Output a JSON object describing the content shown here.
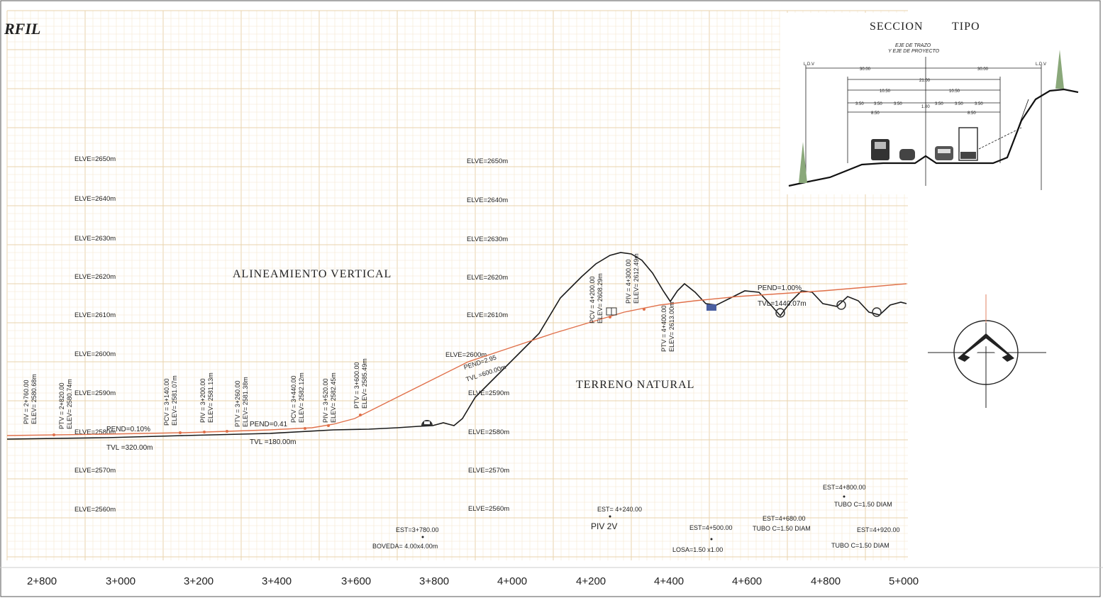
{
  "frame_title": "RFIL",
  "labels": {
    "alineamiento": "ALINEAMIENTO VERTICAL",
    "terreno": "TERRENO NATURAL",
    "seccion": "SECCION",
    "tipo": "TIPO",
    "eje1": "EJE DE TRAZO",
    "eje2": "Y EJE DE PROYECTO",
    "ldv_left": "L.D.V",
    "ldv_right": "L.D.V"
  },
  "elevations_left": [
    "ELVE=2650m",
    "ELVE=2640m",
    "ELVE=2630m",
    "ELVE=2620m",
    "ELVE=2610m",
    "ELVE=2600m",
    "ELVE=2590m",
    "ELVE=2580m",
    "ELVE=2570m",
    "ELVE=2560m"
  ],
  "elevations_mid": [
    "ELVE=2650m",
    "ELVE=2640m",
    "ELVE=2630m",
    "ELVE=2620m",
    "ELVE=2610m",
    "ELVE=2600m",
    "ELVE=2590m",
    "ELVE=2580m",
    "ELVE=2570m",
    "ELVE=2560m"
  ],
  "stations": [
    "2+800",
    "3+000",
    "3+200",
    "3+400",
    "3+600",
    "3+800",
    "4+000",
    "4+200",
    "4+400",
    "4+600",
    "4+800",
    "5+000"
  ],
  "vertical_points": [
    {
      "l1": "PIV = 2+760.00",
      "l2": "ELEV= 2580.68m"
    },
    {
      "l1": "PTV = 2+820.00",
      "l2": "ELEV= 2580.74m"
    },
    {
      "l1": "PCV = 3+140.00",
      "l2": "ELEV= 2581.07m"
    },
    {
      "l1": "PIV = 3+200.00",
      "l2": "ELEV= 2581.13m"
    },
    {
      "l1": "PTV = 3+260.00",
      "l2": "ELEV= 2581.38m"
    },
    {
      "l1": "PCV = 3+440.00",
      "l2": "ELEV= 2582.12m"
    },
    {
      "l1": "PIV = 3+520.00",
      "l2": "ELEV= 2582.45m"
    },
    {
      "l1": "PTV = 3+600.00",
      "l2": "ELEV= 2585.49m"
    },
    {
      "l1": "PCV = 4+200.00",
      "l2": "ELEV= 2608.29m"
    },
    {
      "l1": "PIV = 4+300.00",
      "l2": "ELEV= 2612.49m"
    },
    {
      "l1": "PTV = 4+400.00",
      "l2": "ELEV= 2613.00m"
    }
  ],
  "grades": {
    "pend1": "PEND=0.10%",
    "tvl1": "TVL =320.00m",
    "pend2": "PEND=0.41",
    "tvl2": "TVL =180.00m",
    "pend3": "PEND=2.95",
    "tvl3": "TVL =600.00m",
    "elve_mid": "ELVE=2600m",
    "pend4": "PEND=1.00%",
    "tvl4": "TVL=1440.07m"
  },
  "structures": {
    "est1": "EST=3+780.00",
    "boveda": "BOVEDA= 4.00x4.00m",
    "est2": "EST= 4+240.00",
    "piv2v": "PIV 2V",
    "est3": "EST=4+500.00",
    "losa": "LOSA=1.50 x1.00",
    "est4": "EST=4+680.00",
    "tubo1": "TUBO C=1.50 DIAM",
    "est5": "EST=4+800.00",
    "tubo2": "TUBO C=1.50 DIAM",
    "est6": "EST=4+920.00",
    "tubo3": "TUBO C=1.50 DIAM"
  },
  "section_dims": {
    "d1": "30.00",
    "d2": "30.00",
    "d3": "21.00",
    "d4": "10.50",
    "d5": "10.50",
    "d6": "3.50",
    "d7": "3.50",
    "d8": "3.50",
    "d9": "3.50",
    "d10": "3.50",
    "d11": "3.50",
    "d12": "8.50",
    "d13": "8.50",
    "d14": "1.00"
  },
  "colors": {
    "grid_minor": "#f3e6cf",
    "grid_major": "#e8d3ad",
    "terrain": "#1a1a1a",
    "grade_line": "#e0704a"
  }
}
